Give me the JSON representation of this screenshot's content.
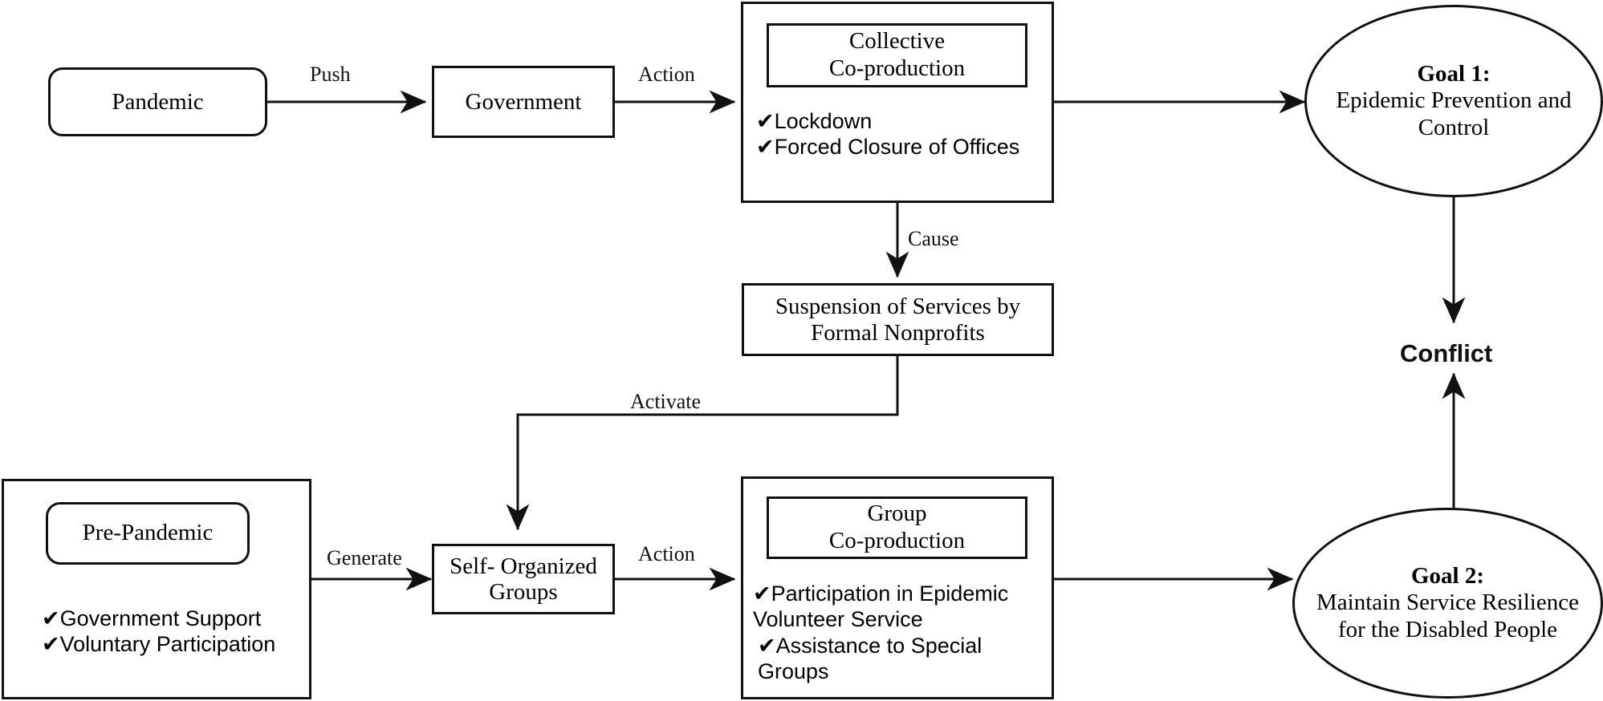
{
  "meta": {
    "stroke_color": "#111111",
    "background": "#ffffff"
  },
  "nodes": {
    "pandemic": {
      "label": "Pandemic"
    },
    "government": {
      "label": "Government"
    },
    "collective": {
      "title_line1": "Collective",
      "title_line2": "Co-production",
      "bullets": [
        "Lockdown",
        "Forced Closure of Offices"
      ],
      "check_glyph": "✔"
    },
    "suspension": {
      "line1": "Suspension of Services by",
      "line2": "Formal Nonprofits"
    },
    "pre_pandemic": {
      "title": "Pre-Pandemic",
      "bullets": [
        "Government Support",
        "Voluntary Participation"
      ],
      "check_glyph": "✔"
    },
    "self_organized": {
      "line1": "Self- Organized",
      "line2": "Groups"
    },
    "group_copro": {
      "title_line1": "Group",
      "title_line2": "Co-production",
      "bullets": [
        "Participation in Epidemic Volunteer Service",
        "Assistance to Special Groups"
      ],
      "check_glyph": "✔"
    },
    "goal1": {
      "head": "Goal 1:",
      "line1": "Epidemic Prevention and",
      "line2": "Control"
    },
    "goal2": {
      "head": "Goal 2:",
      "line1": "Maintain Service Resilience",
      "line2": "for the Disabled People"
    },
    "conflict": {
      "label": "Conflict"
    }
  },
  "edge_labels": {
    "push": "Push",
    "action_top": "Action",
    "cause": "Cause",
    "activate": "Activate",
    "generate": "Generate",
    "action_bottom": "Action"
  }
}
